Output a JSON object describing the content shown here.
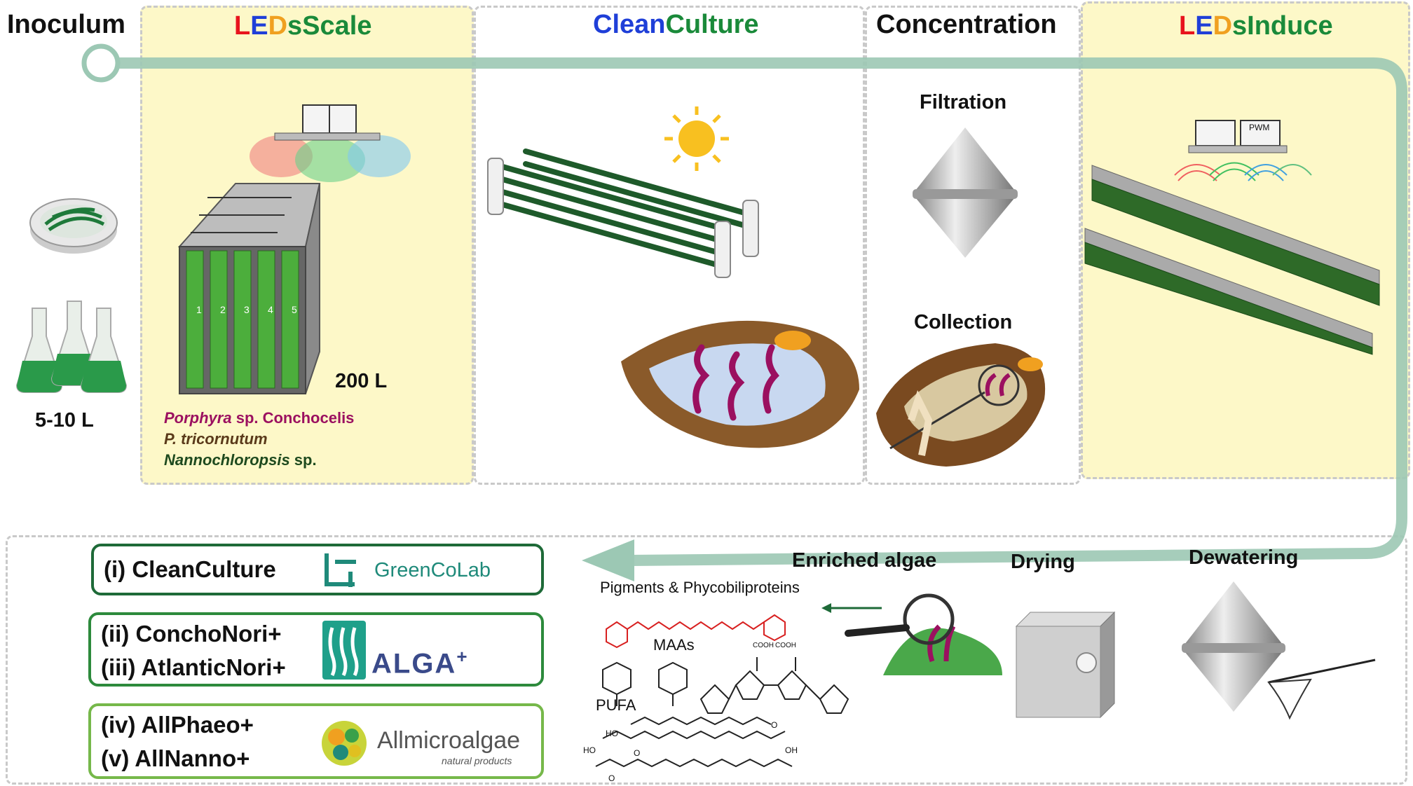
{
  "stages": {
    "inoculum": "Inoculum",
    "ledsscale": {
      "L": "L",
      "E": "E",
      "D": "D",
      "rest": "sScale"
    },
    "cleanculture": {
      "a": "Clean",
      "b": "Culture"
    },
    "concentration": "Concentration",
    "ledsinduce": {
      "L": "L",
      "E": "E",
      "D": "D",
      "rest": "sInduce"
    }
  },
  "inoculum_volume": "5-10 L",
  "reactor_volume": "200 L",
  "reactor_slots": [
    "1",
    "2",
    "3",
    "4",
    "5"
  ],
  "species": [
    {
      "italic": "Porphyra",
      "normal": " sp. Conchocelis"
    },
    {
      "italic": "P. tricornutum",
      "normal": ""
    },
    {
      "italic": "Nannochloropsis",
      "normal": " sp."
    }
  ],
  "concentration_steps": {
    "filtration": "Filtration",
    "collection": "Collection"
  },
  "pwm_label": "PWM",
  "process_steps": {
    "enriched": "Enriched algae",
    "drying": "Drying",
    "dewatering": "Dewatering"
  },
  "compounds": {
    "pigments": "Pigments & Phycobiliproteins",
    "maas": "MAAs",
    "pufa": "PUFA"
  },
  "chem_labels": {
    "cooh1": "COOH",
    "cooh2": "COOH",
    "o1": "O",
    "oh1": "OH",
    "ho1": "HO",
    "ho2": "HO",
    "o2": "O",
    "o3": "O"
  },
  "products": [
    {
      "lines": [
        "(i) CleanCulture"
      ],
      "company": "GreenCoLab"
    },
    {
      "lines": [
        "(ii) ConchoNori+",
        "(iii) AtlanticNori+"
      ],
      "company": "ALGA",
      "company_sup": "+"
    },
    {
      "lines": [
        "(iv) AllPhaeo+",
        "(v) AllNanno+"
      ],
      "company": "Allmicroalgae",
      "company_tag": "natural products"
    }
  ],
  "colors": {
    "red": "#e8141d",
    "orange": "#f0a020",
    "blue": "#1f3fd8",
    "green": "#1a8a3a",
    "magenta": "#9b1060",
    "flow": "#9cc8b4",
    "box_green": "#2d8a3c",
    "dark_green": "#1e6a38"
  }
}
